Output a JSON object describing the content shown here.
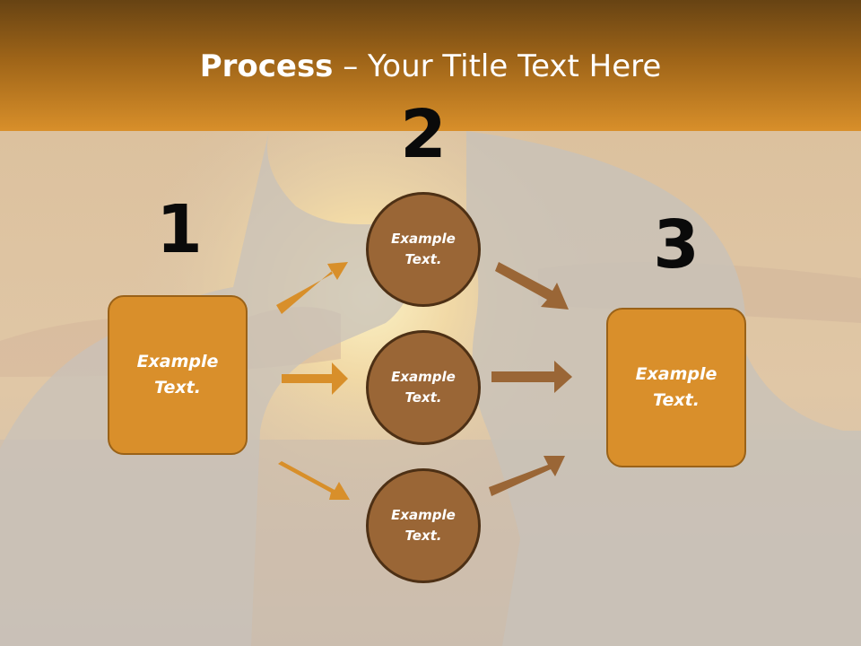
{
  "slide": {
    "title_bold": "Process",
    "title_rest": " – Your Title Text Here"
  },
  "steps": {
    "step1": {
      "number": "1",
      "text": "Example\nText."
    },
    "step2": {
      "number": "2",
      "circles": [
        "Example\nText.",
        "Example\nText.",
        "Example\nText."
      ]
    },
    "step3": {
      "number": "3",
      "text": "Example\nText."
    }
  },
  "colors": {
    "header_top": "#674313",
    "header_bottom": "#d88f2a",
    "box_fill": "#d98f2b",
    "circle_fill": "#9a6636",
    "arrow_left": "#d88f2a",
    "arrow_right": "#9a6636"
  }
}
